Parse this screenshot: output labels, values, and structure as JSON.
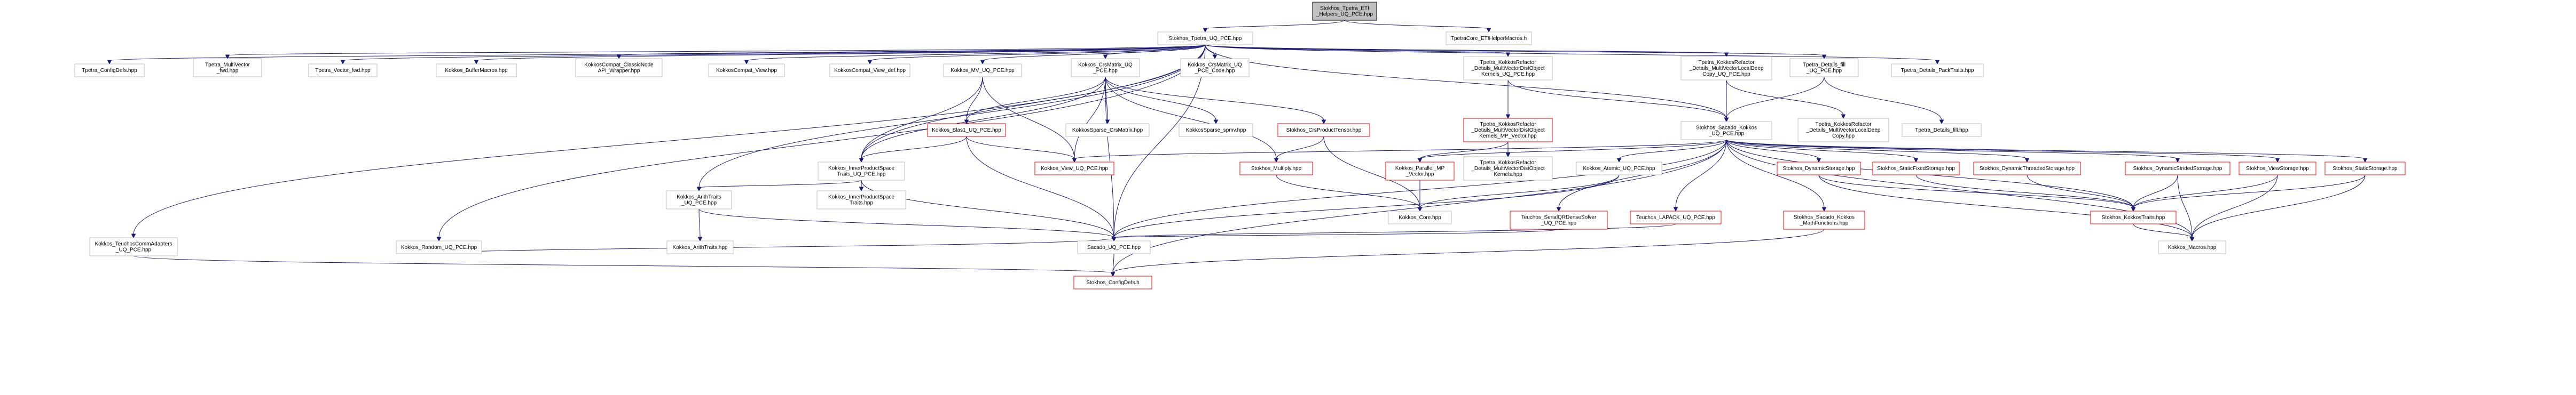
{
  "colors": {
    "edge": "#191970",
    "node_border_normal": "#bfbfbf",
    "node_border_missing": "#ff0000",
    "node_border_root": "#000000",
    "root_fill": "#bfbfbf",
    "node_fill": "#ffffff"
  },
  "nodes": {
    "root": {
      "lines": [
        "Stokhos_Tpetra_ETI",
        "_Helpers_UQ_PCE.hpp"
      ],
      "kind": "root"
    },
    "tpetra_uq": {
      "lines": [
        "Stokhos_Tpetra_UQ_PCE.hpp"
      ],
      "kind": "normal"
    },
    "tpetracore_eti": {
      "lines": [
        "TpetraCore_ETIHelperMacros.h"
      ],
      "kind": "normal"
    },
    "tpetra_configdefs": {
      "lines": [
        "Tpetra_ConfigDefs.hpp"
      ],
      "kind": "normal"
    },
    "tpetra_multivector_fwd": {
      "lines": [
        "Tpetra_MultiVector",
        "_fwd.hpp"
      ],
      "kind": "normal"
    },
    "tpetra_vector_fwd": {
      "lines": [
        "Tpetra_Vector_fwd.hpp"
      ],
      "kind": "normal"
    },
    "kokkos_buffermacros": {
      "lines": [
        "Kokkos_BufferMacros.hpp"
      ],
      "kind": "normal"
    },
    "kokkoscompat_classicnode": {
      "lines": [
        "KokkosCompat_ClassicNode",
        "API_Wrapper.hpp"
      ],
      "kind": "normal"
    },
    "kokkoscompat_view": {
      "lines": [
        "KokkosCompat_View.hpp"
      ],
      "kind": "normal"
    },
    "kokkoscompat_view_def": {
      "lines": [
        "KokkosCompat_View_def.hpp"
      ],
      "kind": "normal"
    },
    "kokkos_mv_uq": {
      "lines": [
        "Kokkos_MV_UQ_PCE.hpp"
      ],
      "kind": "normal"
    },
    "kokkos_crsmatrix_uq": {
      "lines": [
        "Kokkos_CrsMatrix_UQ",
        "_PCE.hpp"
      ],
      "kind": "normal"
    },
    "kokkos_crsmatrix_uq_code": {
      "lines": [
        "Kokkos_CrsMatrix_UQ",
        "_PCE_Code.hpp"
      ],
      "kind": "normal"
    },
    "tpetra_kr_mvdot": {
      "lines": [
        "Tpetra_KokkosRefactor",
        "_Details_MultiVectorDistObject",
        "Kernels_UQ_PCE.hpp"
      ],
      "kind": "normal"
    },
    "tpetra_kr_mvlocaldeep": {
      "lines": [
        "Tpetra_KokkosRefactor",
        "_Details_MultiVectorLocalDeep",
        "Copy_UQ_PCE.hpp"
      ],
      "kind": "normal"
    },
    "tpetra_details_fill_uq": {
      "lines": [
        "Tpetra_Details_fill",
        "_UQ_PCE.hpp"
      ],
      "kind": "normal"
    },
    "tpetra_details_packtraits": {
      "lines": [
        "Tpetra_Details_PackTraits.hpp"
      ],
      "kind": "normal"
    },
    "kokkos_blas1_uq": {
      "lines": [
        "Kokkos_Blas1_UQ_PCE.hpp"
      ],
      "kind": "missing"
    },
    "kokkossparse_crsmatrix": {
      "lines": [
        "KokkosSparse_CrsMatrix.hpp"
      ],
      "kind": "normal"
    },
    "kokkossparse_spmv": {
      "lines": [
        "KokkosSparse_spmv.hpp"
      ],
      "kind": "normal"
    },
    "stokhos_crsproducttensor": {
      "lines": [
        "Stokhos_CrsProductTensor.hpp"
      ],
      "kind": "missing"
    },
    "tpetra_kr_mvdot_vector": {
      "lines": [
        "Tpetra_KokkosRefactor",
        "_Details_MultiVectorDistObject",
        "Kernels_MP_Vector.hpp"
      ],
      "kind": "missing"
    },
    "tpetra_kr_mvdot_plain": {
      "lines": [
        "Tpetra_KokkosRefactor",
        "_Details_MultiVectorDistObject",
        "Kernels.hpp"
      ],
      "kind": "normal"
    },
    "stokhos_sacado_kokkos_uq": {
      "lines": [
        "Stokhos_Sacado_Kokkos",
        "_UQ_PCE.hpp"
      ],
      "kind": "normal"
    },
    "tpetra_kr_mvlocaldeep_plain": {
      "lines": [
        "Tpetra_KokkosRefactor",
        "_Details_MultiVectorLocalDeep",
        "Copy.hpp"
      ],
      "kind": "normal"
    },
    "tpetra_details_fill": {
      "lines": [
        "Tpetra_Details_fill.hpp"
      ],
      "kind": "normal"
    },
    "kokkos_innerproductspace_uq": {
      "lines": [
        "Kokkos_InnerProductSpace",
        "Traits_UQ_PCE.hpp"
      ],
      "kind": "normal"
    },
    "kokkos_view_uq": {
      "lines": [
        "Kokkos_View_UQ_PCE.hpp"
      ],
      "kind": "missing"
    },
    "stokhos_multiply": {
      "lines": [
        "Stokhos_Multiply.hpp"
      ],
      "kind": "missing"
    },
    "kokkos_parallel_mp_vector": {
      "lines": [
        "Kokkos_Parallel_MP",
        "_Vector.hpp"
      ],
      "kind": "missing"
    },
    "kokkos_atomic_uq": {
      "lines": [
        "Kokkos_Atomic_UQ_PCE.hpp"
      ],
      "kind": "normal"
    },
    "stokhos_dynamicstorage": {
      "lines": [
        "Stokhos_DynamicStorage.hpp"
      ],
      "kind": "missing"
    },
    "stokhos_staticfixedstorage": {
      "lines": [
        "Stokhos_StaticFixedStorage.hpp"
      ],
      "kind": "missing"
    },
    "stokhos_dynamicthreadedstorage": {
      "lines": [
        "Stokhos_DynamicThreadedStorage.hpp"
      ],
      "kind": "missing"
    },
    "stokhos_dynamicstridedstorage": {
      "lines": [
        "Stokhos_DynamicStridedStorage.hpp"
      ],
      "kind": "missing"
    },
    "stokhos_viewstorage": {
      "lines": [
        "Stokhos_ViewStorage.hpp"
      ],
      "kind": "missing"
    },
    "stokhos_staticstorage": {
      "lines": [
        "Stokhos_StaticStorage.hpp"
      ],
      "kind": "missing"
    },
    "kokkos_aritraits_uq": {
      "lines": [
        "Kokkos_ArithTraits",
        "_UQ_PCE.hpp"
      ],
      "kind": "normal"
    },
    "kokkos_innerproductspace": {
      "lines": [
        "Kokkos_InnerProductSpace",
        "Traits.hpp"
      ],
      "kind": "normal"
    },
    "kokkos_core": {
      "lines": [
        "Kokkos_Core.hpp"
      ],
      "kind": "normal"
    },
    "teuchos_serialqr_uq": {
      "lines": [
        "Teuchos_SerialQRDenseSolver",
        "_UQ_PCE.hpp"
      ],
      "kind": "missing"
    },
    "teuchos_lapack_uq": {
      "lines": [
        "Teuchos_LAPACK_UQ_PCE.hpp"
      ],
      "kind": "missing"
    },
    "stokhos_sacado_kokkos_mathfunctions": {
      "lines": [
        "Stokhos_Sacado_Kokkos",
        "_MathFunctions.hpp"
      ],
      "kind": "missing"
    },
    "stokhos_kokkostraits": {
      "lines": [
        "Stokhos_KokkosTraits.hpp"
      ],
      "kind": "missing"
    },
    "kokkos_teuchoscommadapters_uq": {
      "lines": [
        "Kokkos_TeuchosCommAdapters",
        "_UQ_PCE.hpp"
      ],
      "kind": "normal"
    },
    "kokkos_random_uq": {
      "lines": [
        "Kokkos_Random_UQ_PCE.hpp"
      ],
      "kind": "normal"
    },
    "kokkos_arithtraits": {
      "lines": [
        "Kokkos_ArithTraits.hpp"
      ],
      "kind": "normal"
    },
    "sacado_uq_pce": {
      "lines": [
        "Sacado_UQ_PCE.hpp"
      ],
      "kind": "normal"
    },
    "kokkos_macros": {
      "lines": [
        "Kokkos_Macros.hpp"
      ],
      "kind": "normal"
    },
    "stokhos_configdefs": {
      "lines": [
        "Stokhos_ConfigDefs.h"
      ],
      "kind": "missing"
    }
  },
  "edges": [
    [
      "root",
      "tpetra_uq"
    ],
    [
      "root",
      "tpetracore_eti"
    ],
    [
      "tpetra_uq",
      "tpetra_configdefs"
    ],
    [
      "tpetra_uq",
      "tpetra_multivector_fwd"
    ],
    [
      "tpetra_uq",
      "tpetra_vector_fwd"
    ],
    [
      "tpetra_uq",
      "kokkos_buffermacros"
    ],
    [
      "tpetra_uq",
      "kokkoscompat_classicnode"
    ],
    [
      "tpetra_uq",
      "kokkoscompat_view"
    ],
    [
      "tpetra_uq",
      "kokkoscompat_view_def"
    ],
    [
      "tpetra_uq",
      "kokkos_mv_uq"
    ],
    [
      "tpetra_uq",
      "kokkos_crsmatrix_uq"
    ],
    [
      "tpetra_uq",
      "kokkos_crsmatrix_uq_code"
    ],
    [
      "tpetra_uq",
      "tpetra_kr_mvdot"
    ],
    [
      "tpetra_uq",
      "tpetra_kr_mvlocaldeep"
    ],
    [
      "tpetra_uq",
      "tpetra_details_fill_uq"
    ],
    [
      "tpetra_uq",
      "tpetra_details_packtraits"
    ],
    [
      "tpetra_uq",
      "kokkos_teuchoscommadapters_uq"
    ],
    [
      "tpetra_uq",
      "kokkos_random_uq"
    ],
    [
      "tpetra_uq",
      "kokkos_aritraits_uq"
    ],
    [
      "tpetra_uq",
      "stokhos_sacado_kokkos_uq"
    ],
    [
      "tpetra_uq",
      "kokkos_innerproductspace_uq"
    ],
    [
      "tpetra_uq",
      "sacado_uq_pce"
    ],
    [
      "kokkos_mv_uq",
      "kokkos_blas1_uq"
    ],
    [
      "kokkos_mv_uq",
      "kokkos_innerproductspace_uq"
    ],
    [
      "kokkos_mv_uq",
      "kokkos_view_uq"
    ],
    [
      "kokkos_crsmatrix_uq",
      "kokkos_blas1_uq"
    ],
    [
      "kokkos_crsmatrix_uq",
      "kokkossparse_crsmatrix"
    ],
    [
      "kokkos_crsmatrix_uq",
      "kokkossparse_spmv"
    ],
    [
      "kokkos_crsmatrix_uq",
      "stokhos_crsproducttensor"
    ],
    [
      "kokkos_crsmatrix_uq",
      "kokkos_view_uq"
    ],
    [
      "kokkos_crsmatrix_uq",
      "stokhos_multiply"
    ],
    [
      "kokkos_crsmatrix_uq",
      "kokkos_innerproductspace_uq"
    ],
    [
      "kokkos_crsmatrix_uq",
      "sacado_uq_pce"
    ],
    [
      "kokkos_blas1_uq",
      "kokkos_innerproductspace_uq"
    ],
    [
      "kokkos_blas1_uq",
      "kokkos_view_uq"
    ],
    [
      "kokkos_blas1_uq",
      "sacado_uq_pce"
    ],
    [
      "stokhos_crsproducttensor",
      "stokhos_multiply"
    ],
    [
      "stokhos_crsproducttensor",
      "kokkos_core"
    ],
    [
      "stokhos_multiply",
      "kokkos_core"
    ],
    [
      "tpetra_kr_mvdot",
      "tpetra_kr_mvdot_vector"
    ],
    [
      "tpetra_kr_mvdot",
      "tpetra_kr_mvdot_plain"
    ],
    [
      "tpetra_kr_mvdot",
      "stokhos_sacado_kokkos_uq"
    ],
    [
      "tpetra_kr_mvdot_vector",
      "kokkos_parallel_mp_vector"
    ],
    [
      "tpetra_kr_mvlocaldeep",
      "tpetra_kr_mvlocaldeep_plain"
    ],
    [
      "tpetra_kr_mvlocaldeep",
      "stokhos_sacado_kokkos_uq"
    ],
    [
      "tpetra_details_fill_uq",
      "tpetra_details_fill"
    ],
    [
      "tpetra_details_fill_uq",
      "stokhos_sacado_kokkos_uq"
    ],
    [
      "kokkos_parallel_mp_vector",
      "kokkos_core"
    ],
    [
      "kokkos_innerproductspace_uq",
      "kokkos_aritraits_uq"
    ],
    [
      "kokkos_innerproductspace_uq",
      "kokkos_innerproductspace"
    ],
    [
      "kokkos_innerproductspace_uq",
      "sacado_uq_pce"
    ],
    [
      "kokkos_aritraits_uq",
      "kokkos_arithtraits"
    ],
    [
      "kokkos_aritraits_uq",
      "sacado_uq_pce"
    ],
    [
      "stokhos_sacado_kokkos_uq",
      "kokkos_view_uq"
    ],
    [
      "stokhos_sacado_kokkos_uq",
      "kokkos_parallel_mp_vector"
    ],
    [
      "stokhos_sacado_kokkos_uq",
      "kokkos_atomic_uq"
    ],
    [
      "stokhos_sacado_kokkos_uq",
      "teuchos_serialqr_uq"
    ],
    [
      "stokhos_sacado_kokkos_uq",
      "teuchos_lapack_uq"
    ],
    [
      "stokhos_sacado_kokkos_uq",
      "stokhos_sacado_kokkos_mathfunctions"
    ],
    [
      "stokhos_sacado_kokkos_uq",
      "stokhos_dynamicstorage"
    ],
    [
      "stokhos_sacado_kokkos_uq",
      "stokhos_staticfixedstorage"
    ],
    [
      "stokhos_sacado_kokkos_uq",
      "stokhos_dynamicthreadedstorage"
    ],
    [
      "stokhos_sacado_kokkos_uq",
      "stokhos_dynamicstridedstorage"
    ],
    [
      "stokhos_sacado_kokkos_uq",
      "stokhos_viewstorage"
    ],
    [
      "stokhos_sacado_kokkos_uq",
      "stokhos_staticstorage"
    ],
    [
      "stokhos_sacado_kokkos_uq",
      "stokhos_kokkostraits"
    ],
    [
      "stokhos_sacado_kokkos_uq",
      "kokkos_macros"
    ],
    [
      "stokhos_sacado_kokkos_uq",
      "sacado_uq_pce"
    ],
    [
      "stokhos_sacado_kokkos_uq",
      "stokhos_configdefs"
    ],
    [
      "kokkos_atomic_uq",
      "kokkos_core"
    ],
    [
      "kokkos_atomic_uq",
      "sacado_uq_pce"
    ],
    [
      "teuchos_serialqr_uq",
      "sacado_uq_pce"
    ],
    [
      "teuchos_lapack_uq",
      "sacado_uq_pce"
    ],
    [
      "stokhos_sacado_kokkos_mathfunctions",
      "stokhos_configdefs"
    ],
    [
      "stokhos_dynamicstorage",
      "stokhos_kokkostraits"
    ],
    [
      "stokhos_dynamicstorage",
      "kokkos_macros"
    ],
    [
      "stokhos_staticfixedstorage",
      "stokhos_kokkostraits"
    ],
    [
      "stokhos_dynamicthreadedstorage",
      "stokhos_kokkostraits"
    ],
    [
      "stokhos_dynamicstridedstorage",
      "stokhos_kokkostraits"
    ],
    [
      "stokhos_dynamicstridedstorage",
      "kokkos_macros"
    ],
    [
      "stokhos_viewstorage",
      "stokhos_kokkostraits"
    ],
    [
      "stokhos_viewstorage",
      "kokkos_macros"
    ],
    [
      "stokhos_staticstorage",
      "stokhos_kokkostraits"
    ],
    [
      "stokhos_staticstorage",
      "kokkos_macros"
    ],
    [
      "stokhos_kokkostraits",
      "kokkos_macros"
    ],
    [
      "kokkos_teuchoscommadapters_uq",
      "stokhos_configdefs"
    ],
    [
      "kokkos_random_uq",
      "sacado_uq_pce"
    ],
    [
      "sacado_uq_pce",
      "stokhos_configdefs"
    ]
  ]
}
